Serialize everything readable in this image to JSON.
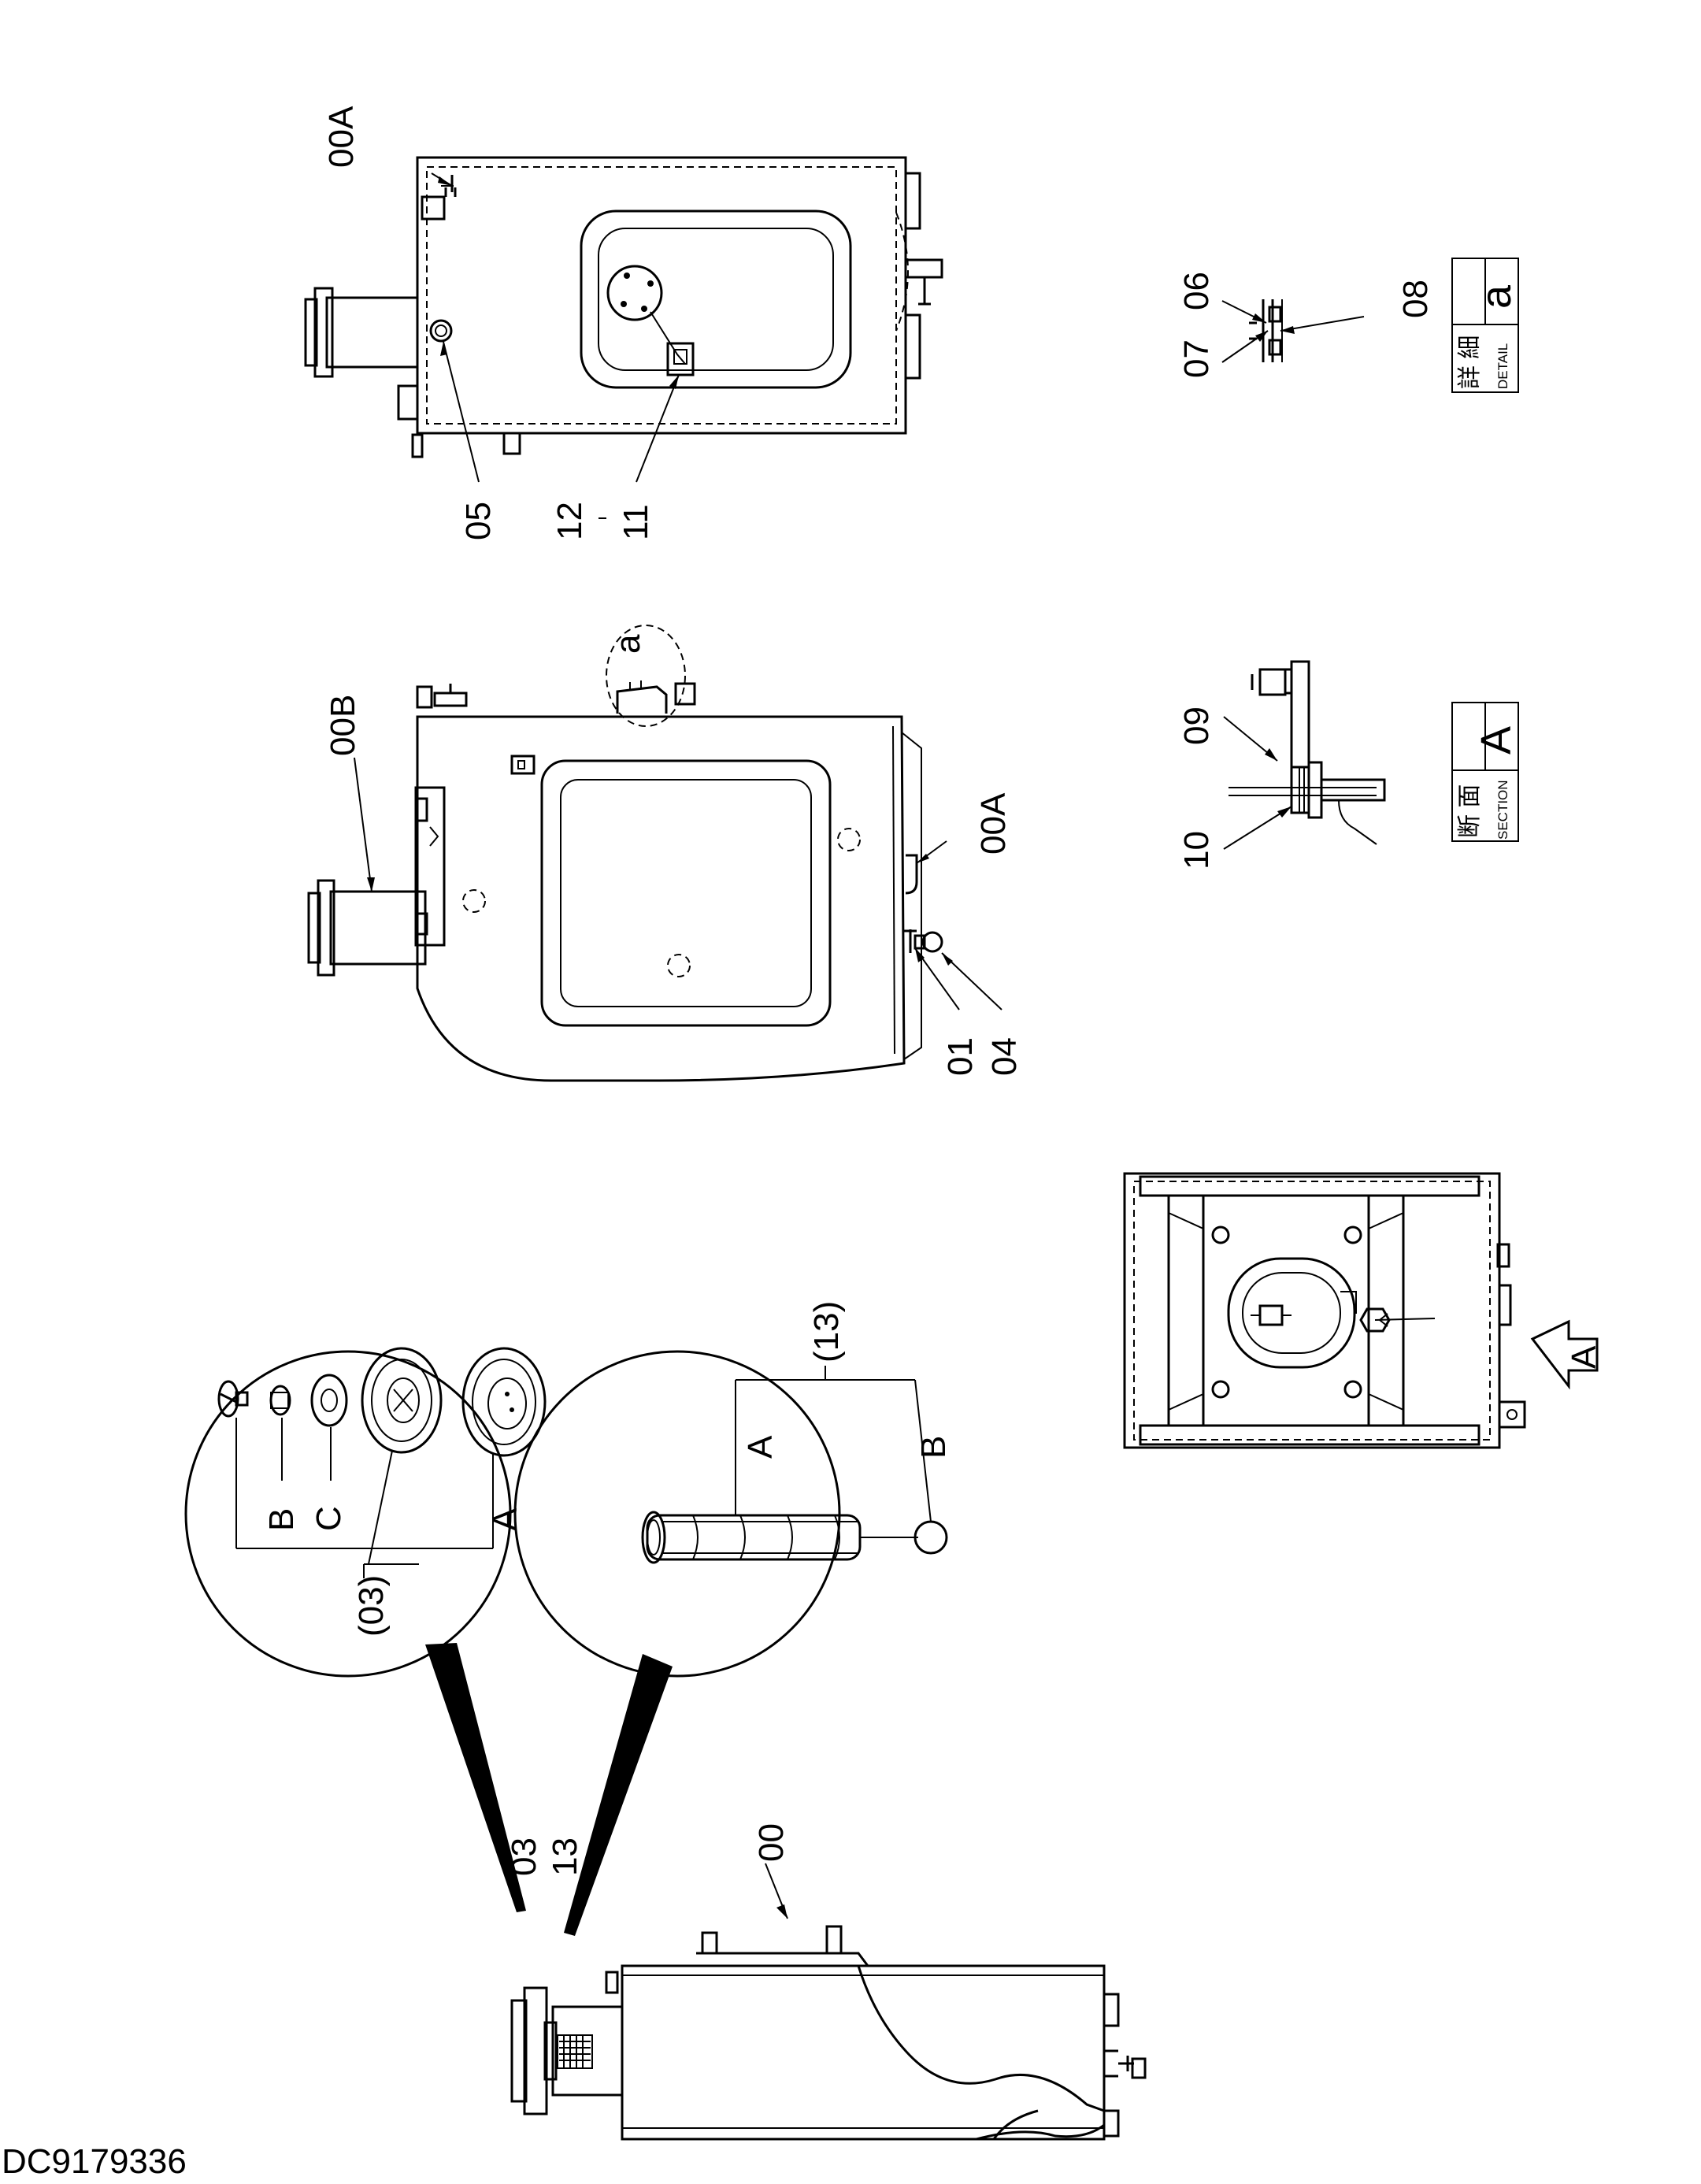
{
  "document_id": "DC9179336",
  "callouts": {
    "top_view": {
      "c00A": "00A",
      "c05": "05",
      "c12": "12",
      "c11": "11"
    },
    "side_view": {
      "c00B": "00B",
      "ca": "a",
      "c00A": "00A",
      "c01": "01",
      "c04": "04"
    },
    "detail_a": {
      "c06": "06",
      "c07": "07",
      "c08": "08"
    },
    "detail_a_title": {
      "kanji": "詳 細",
      "word": "DETAIL",
      "letter": "a"
    },
    "section_a": {
      "c09": "09",
      "c10": "10"
    },
    "section_a_title": {
      "kanji": "断 面",
      "word": "SECTION",
      "letter": "A"
    },
    "bottom_view": {
      "arrow_letter": "A"
    },
    "cap_detail": {
      "parent": "(03)",
      "cA": "A",
      "cB": "B",
      "cC": "C"
    },
    "strainer_detail": {
      "parent": "(13)",
      "cA": "A",
      "cB": "B"
    },
    "tank_view": {
      "c00": "00",
      "c03": "03",
      "c13": "13"
    }
  }
}
